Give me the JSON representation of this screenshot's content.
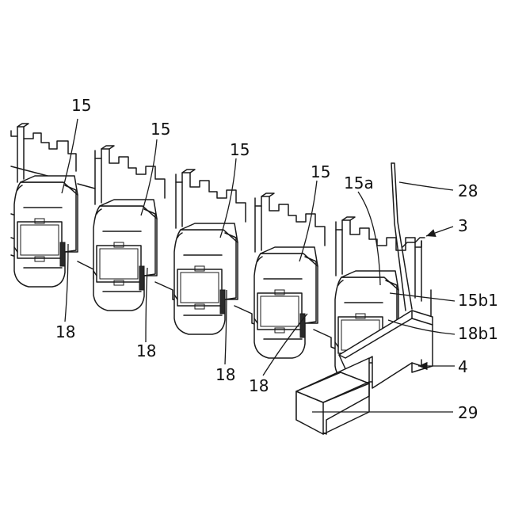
{
  "figure": {
    "labels": {
      "l15_1": "15",
      "l15_2": "15",
      "l15_3": "15",
      "l15_4": "15",
      "l15a": "15a",
      "l28": "28",
      "l3": "3",
      "l15b1": "15b1",
      "l18b1": "18b1",
      "l4": "4",
      "l29": "29",
      "l18_1": "18",
      "l18_2": "18",
      "l18_3": "18",
      "l18_4": "18"
    },
    "colors": {
      "ink": "#1a1a1a",
      "paper": "#ffffff"
    }
  }
}
